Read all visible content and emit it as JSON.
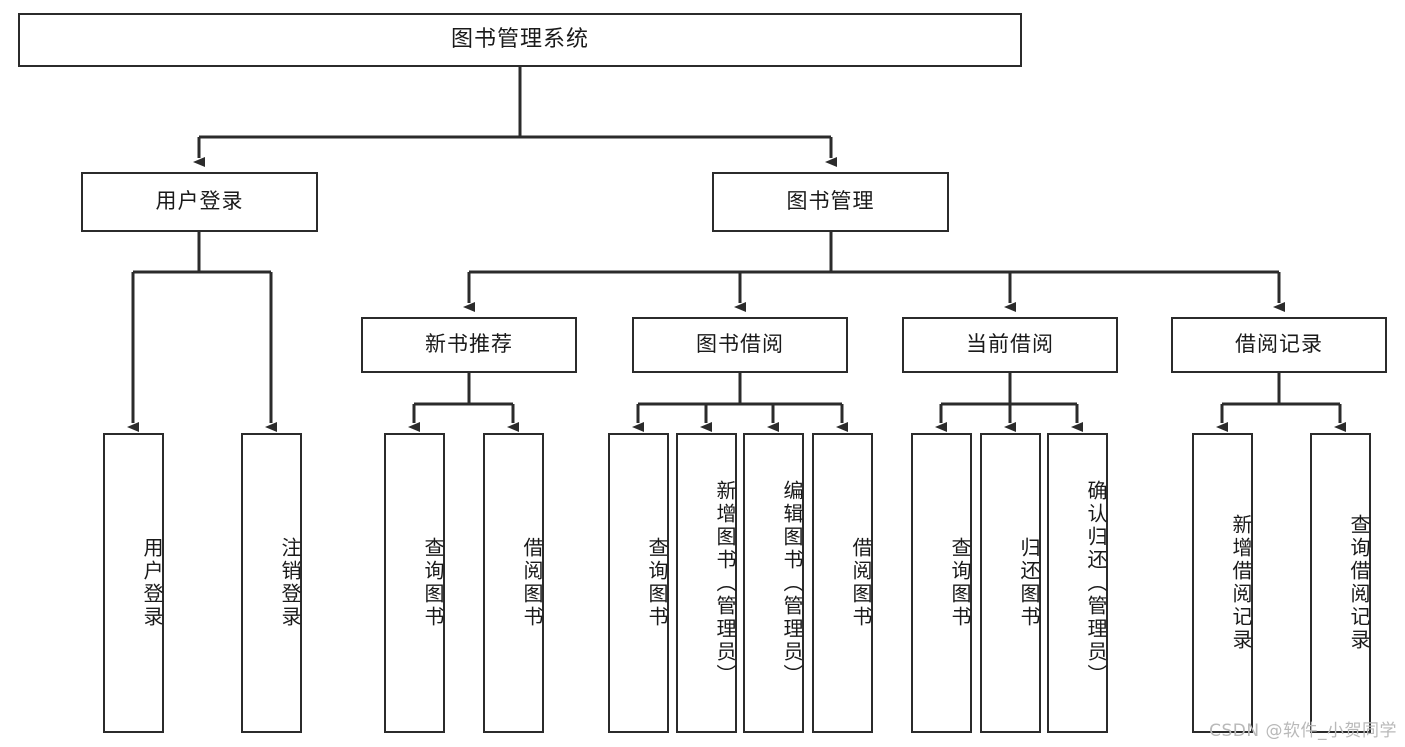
{
  "diagram": {
    "title": "图书管理系统",
    "type": "hierarchy-tree",
    "watermark": "CSDN @软件_小贺同学",
    "colors": {
      "background": "#ffffff",
      "box_border": "#2b2b2b",
      "box_fill": "#ffffff",
      "connector": "#2b2b2b",
      "text": "#1a1a1a",
      "watermark": "#b9b9b9"
    },
    "levels": {
      "root": {
        "label": "图书管理系统"
      },
      "modules": [
        {
          "label": "用户登录"
        },
        {
          "label": "图书管理"
        }
      ],
      "submodules": [
        {
          "label": "新书推荐"
        },
        {
          "label": "图书借阅"
        },
        {
          "label": "当前借阅"
        },
        {
          "label": "借阅记录"
        }
      ],
      "leaves": [
        {
          "label": "用户登录"
        },
        {
          "label": "注销登录"
        },
        {
          "label": "查询图书"
        },
        {
          "label": "借阅图书"
        },
        {
          "label": "查询图书"
        },
        {
          "label": "新增图书（管理员）"
        },
        {
          "label": "编辑图书（管理员）"
        },
        {
          "label": "借阅图书"
        },
        {
          "label": "查询图书"
        },
        {
          "label": "归还图书"
        },
        {
          "label": "确认归还（管理员）"
        },
        {
          "label": "新增借阅记录"
        },
        {
          "label": "查询借阅记录"
        }
      ]
    }
  }
}
